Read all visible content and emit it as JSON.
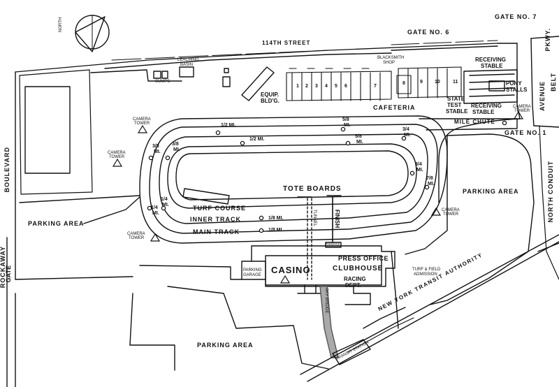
{
  "streets": {
    "street_114th": "114TH STREET",
    "rockaway": "ROCKAWAY",
    "boulevard": "BOULEVARD",
    "belt": "BELT",
    "pkwy": "PKWY.",
    "north_conduit": "NORTH CONDUIT",
    "avenue": "AVENUE",
    "transit": "NEW YORK TRANSIT AUTHORITY"
  },
  "gates": {
    "gate_7": "GATE NO. 7",
    "gate_6": "GATE NO. 6",
    "gate_1": "GATE NO. 1",
    "gate_west": "GATE"
  },
  "areas": {
    "parking_west": "PARKING AREA",
    "parking_east": "PARKING AREA",
    "parking_south": "PARKING AREA",
    "casino": "CASINO",
    "clubhouse": "CLUBHOUSE",
    "press_office": "PRESS OFFICE",
    "racing_dept_1": "RACING",
    "racing_dept_2": "DEPT.",
    "parking_garage_1": "PARKING",
    "parking_garage_2": "GARAGE",
    "turf_field_1": "TURF & FIELD",
    "turf_field_2": "ADMISSION",
    "sky_bridge": "SKY BRIDGE",
    "equip_bldg_1": "EQUIP.",
    "equip_bldg_2": "BLD'G.",
    "cafeteria": "CAFETERIA",
    "blacksmith_1": "BLACKSMITH",
    "blacksmith_2": "SHOP",
    "leaching_1": "LEACHING",
    "leaching_2": "BASIN",
    "sumps": "SUMPS",
    "receiving_stable_top_1": "RECEIVING",
    "receiving_stable_top_2": "STABLE",
    "pony_stalls_1": "PONY",
    "pony_stalls_2": "STALLS",
    "state_test_1": "STATE",
    "state_test_2": "TEST",
    "state_test_3": "STABLE",
    "receiving_stable_bottom_1": "RECEIVING",
    "receiving_stable_bottom_2": "STABLE",
    "paddock": "PADDOCK",
    "tunnel": "TUNNEL",
    "finish": "FINISH",
    "transit_station": "TRANSIT STATION"
  },
  "track": {
    "tote_boards": "TOTE BOARDS",
    "turf_course": "TURF COURSE",
    "inner_track": "INNER TRACK",
    "main_track": "MAIN TRACK",
    "mile_chute": "MILE CHUTE",
    "markers": [
      {
        "id": "half-outer",
        "text": "1/2 MI."
      },
      {
        "id": "half-inner",
        "text": "1/2 MI."
      },
      {
        "id": "five8-outer-1",
        "text": "5/8"
      },
      {
        "id": "five8-outer-2",
        "text": "MI."
      },
      {
        "id": "five8-inner-1",
        "text": "5/8"
      },
      {
        "id": "five8-inner-2",
        "text": "MI."
      },
      {
        "id": "three4-top-1",
        "text": "3/4"
      },
      {
        "id": "three4-top-2",
        "text": "MI."
      },
      {
        "id": "three4-right-1",
        "text": "3/4"
      },
      {
        "id": "three4-right-2",
        "text": "MI."
      },
      {
        "id": "seven8-1",
        "text": "7/8"
      },
      {
        "id": "seven8-2",
        "text": "MI."
      },
      {
        "id": "three8-a-1",
        "text": "3/8"
      },
      {
        "id": "three8-a-2",
        "text": "MI."
      },
      {
        "id": "three8-b-1",
        "text": "3/8"
      },
      {
        "id": "three8-b-2",
        "text": "MI."
      },
      {
        "id": "quarter-a-1",
        "text": "1/4"
      },
      {
        "id": "quarter-a-2",
        "text": "MI."
      },
      {
        "id": "quarter-b-1",
        "text": "1/4"
      },
      {
        "id": "quarter-b-2",
        "text": "MI."
      },
      {
        "id": "eighth-inner",
        "text": "1/8 MI."
      },
      {
        "id": "eighth-main",
        "text": "1/8 MI."
      }
    ],
    "camera_towers": [
      {
        "id": "ct1",
        "l1": "CAMERA",
        "l2": "TOWER"
      },
      {
        "id": "ct2",
        "l1": "CAMERA",
        "l2": "TOWER"
      },
      {
        "id": "ct3",
        "l1": "CAMERA",
        "l2": "TOWER"
      },
      {
        "id": "ct4",
        "l1": "CAMERA",
        "l2": "TOWER"
      },
      {
        "id": "ct5",
        "l1": "CAMERA",
        "l2": "TOWER"
      }
    ]
  },
  "barns": [
    "1",
    "2",
    "3",
    "4",
    "5",
    "6",
    "7",
    "8",
    "9",
    "10",
    "11"
  ],
  "north": "NORTH"
}
